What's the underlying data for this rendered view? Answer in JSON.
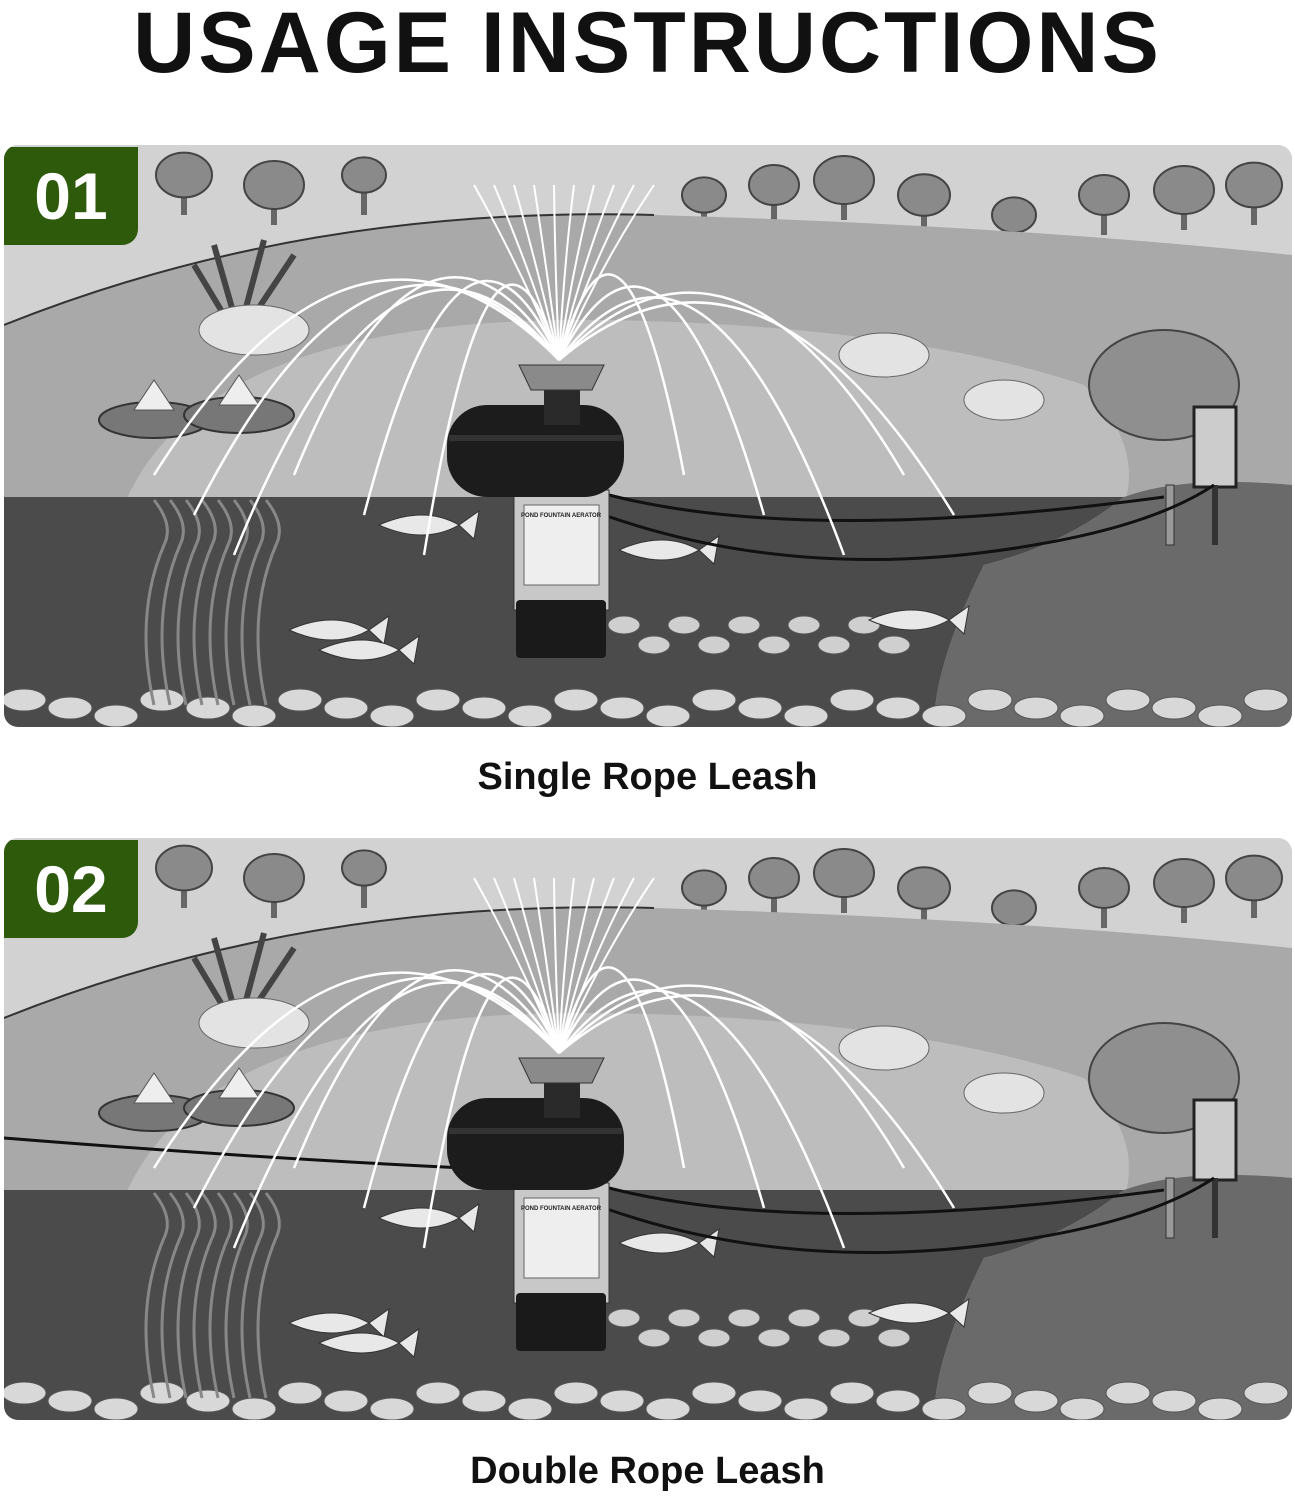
{
  "title": "USAGE INSTRUCTIONS",
  "steps": [
    {
      "number": "01",
      "caption": "Single Rope Leash",
      "ropes": 1
    },
    {
      "number": "02",
      "caption": "Double Rope Leash",
      "ropes": 2
    }
  ],
  "product_label": "POND FOUNTAIN AERATOR",
  "colors": {
    "badge": "#2e5a0c"
  }
}
